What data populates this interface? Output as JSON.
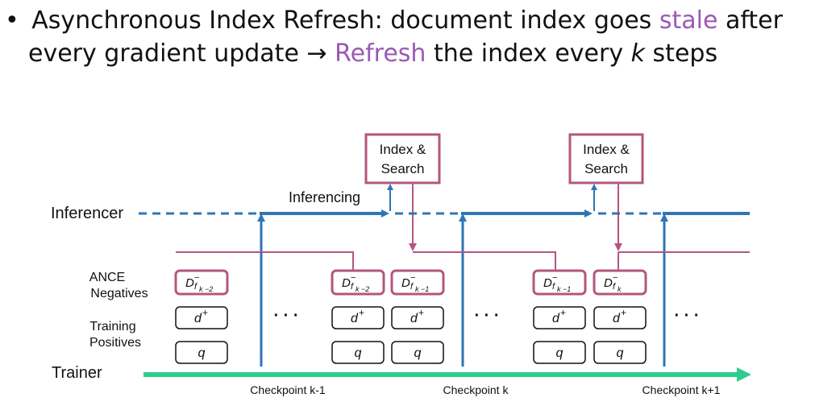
{
  "bullet": {
    "glyph": "•",
    "line1_prefix": "Asynchronous Index Refresh: document index goes",
    "line1_accent": "stale",
    "line1_suffix": "after",
    "line2_prefix": "every gradient update → ",
    "line2_accent": "Refresh",
    "line2_middle": " the index every ",
    "line2_k": "k",
    "line2_suffix": " steps"
  },
  "diagram": {
    "index_box_line1": "Index &",
    "index_box_line2": "Search",
    "inferencer_label": "Inferencer",
    "inferencing_label": "Inferencing",
    "trainer_label": "Trainer",
    "ance_line1": "ANCE",
    "ance_line2": "Negatives",
    "training_line1": "Training",
    "training_line2": "Positives",
    "ellipsis": "· · ·",
    "d_base": "D",
    "d_sup": "−",
    "d_sub_base": "f",
    "neg_sub_k2": "k −2",
    "neg_sub_k1": "k −1",
    "neg_sub_k": "k",
    "d_plus_base": "d",
    "d_plus_sup": "+",
    "q_label": "q",
    "checkpoint_km1": "Checkpoint k-1",
    "checkpoint_k": "Checkpoint k",
    "checkpoint_kp1": "Checkpoint k+1"
  },
  "colors": {
    "accent_purple": "#9B59B6",
    "blue": "#2E75B6",
    "box_outline": "#B5557F",
    "trainer_green": "#2ECC8E"
  }
}
